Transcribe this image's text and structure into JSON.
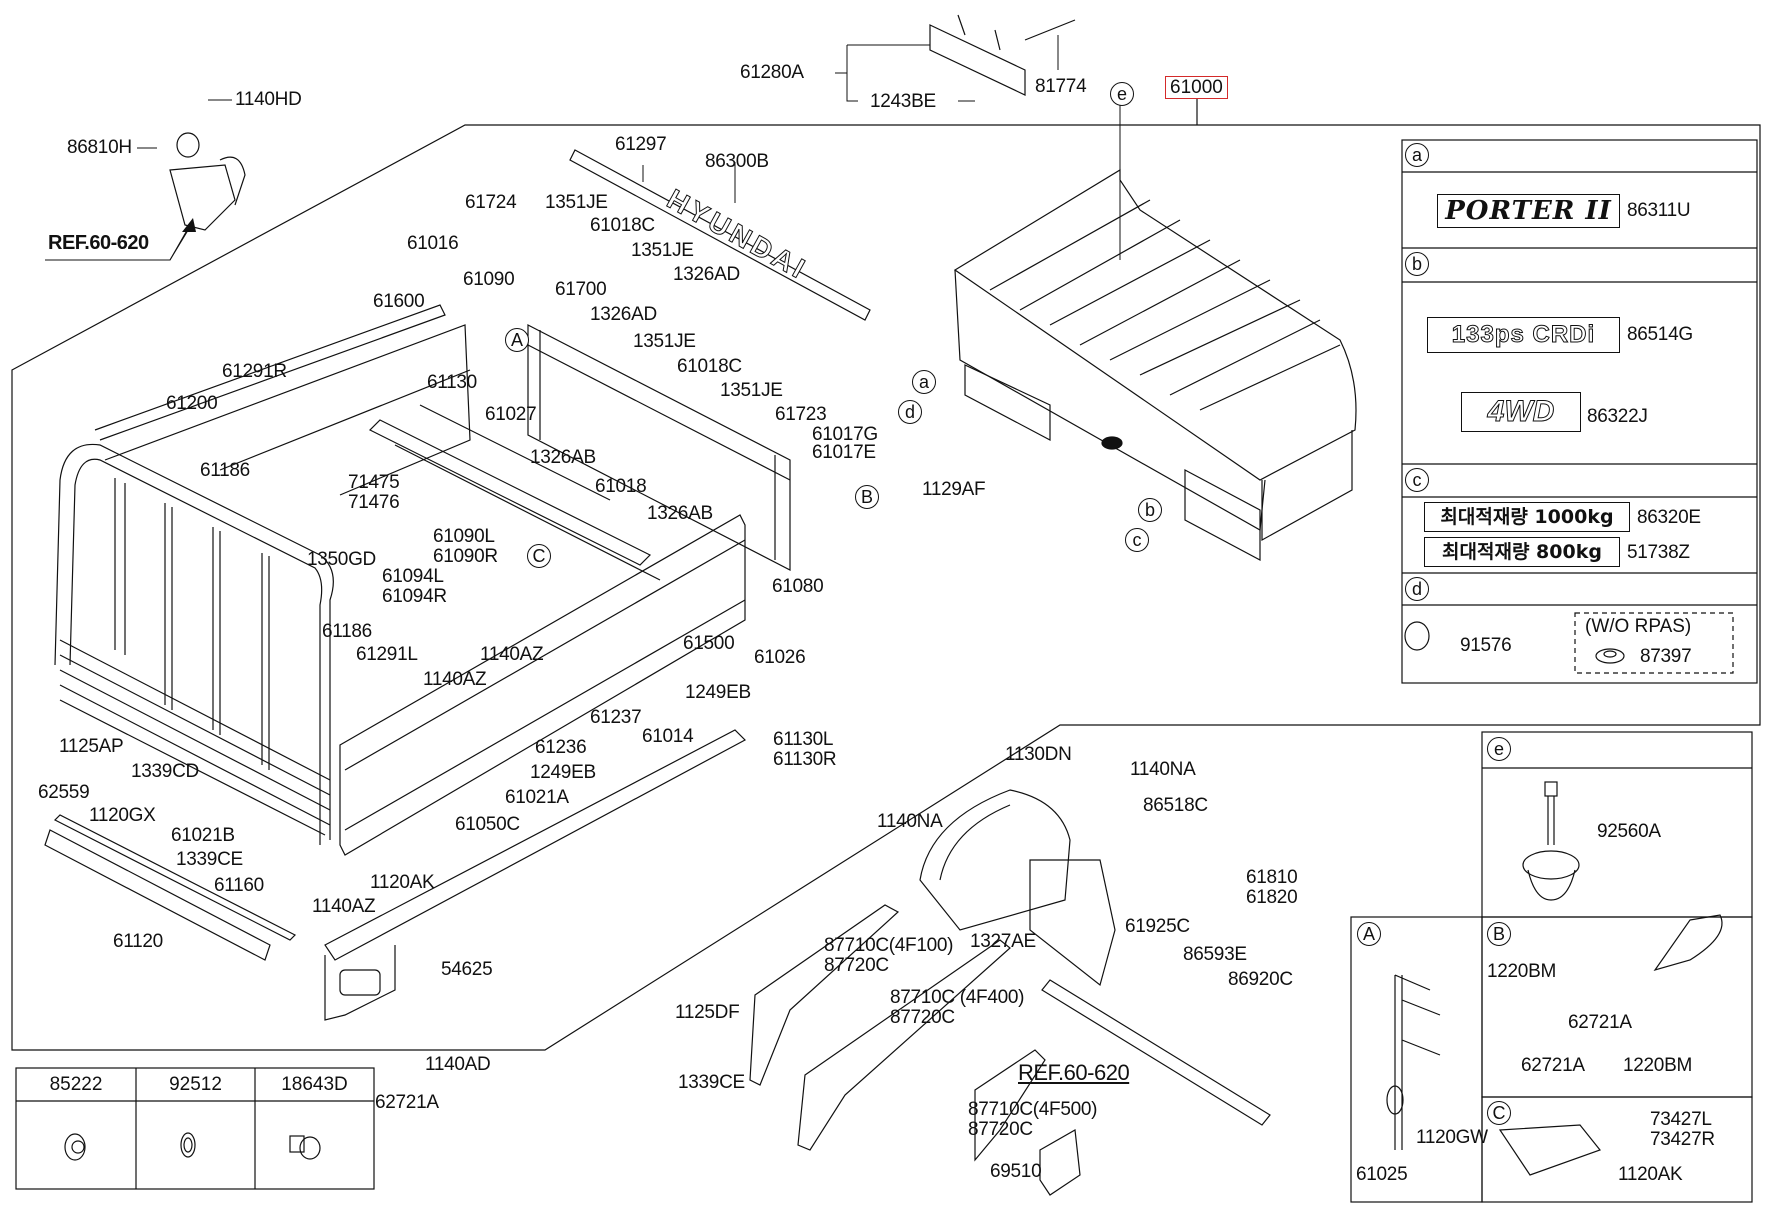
{
  "diagram": {
    "title_part": "61000",
    "ref_labels": {
      "top_left": "REF.60-620",
      "bottom": "REF.60-620"
    },
    "callout_circles": {
      "a": "a",
      "b": "b",
      "c": "c",
      "d": "d",
      "e": "e",
      "A": "A",
      "B": "B",
      "C": "C"
    },
    "main_labels": {
      "p1140HD": "1140HD",
      "p86810H": "86810H",
      "p61280A": "61280A",
      "p1243BE": "1243BE",
      "p81774": "81774",
      "p61297": "61297",
      "p86300B": "86300B",
      "p61724": "61724",
      "p1351JE_1": "1351JE",
      "p61018C_1": "61018C",
      "p1351JE_2": "1351JE",
      "p1326AD_1": "1326AD",
      "p61016": "61016",
      "p61090": "61090",
      "p61700": "61700",
      "p1326AD_2": "1326AD",
      "p61600": "61600",
      "p1351JE_3": "1351JE",
      "p61018C_2": "61018C",
      "p1351JE_4": "1351JE",
      "p61291R": "61291R",
      "p61130": "61130",
      "p61027": "61027",
      "p61200": "61200",
      "p61723": "61723",
      "p61017G": "61017G",
      "p61017E": "61017E",
      "p1326AB_1": "1326AB",
      "p61186_1": "61186",
      "p61018": "61018",
      "p71475": "71475",
      "p71476": "71476",
      "p1326AB_2": "1326AB",
      "p1129AF": "1129AF",
      "p1350GD": "1350GD",
      "p61090L": "61090L",
      "p61090R": "61090R",
      "p61094L": "61094L",
      "p61094R": "61094R",
      "p61080": "61080",
      "p61186_2": "61186",
      "p1140AZ_1": "1140AZ",
      "p61500": "61500",
      "p61291L": "61291L",
      "p61026": "61026",
      "p1140AZ_2": "1140AZ",
      "p1249EB_1": "1249EB",
      "p61237": "61237",
      "p1125AP": "1125AP",
      "p61236": "61236",
      "p61014": "61014",
      "p61130L": "61130L",
      "p61130R": "61130R",
      "p1339CD": "1339CD",
      "p1249EB_2": "1249EB",
      "p62559": "62559",
      "p61021A": "61021A",
      "p1120GX": "1120GX",
      "p61050C": "61050C",
      "p61021B": "61021B",
      "p1339CE_1": "1339CE",
      "p1120AK_1": "1120AK",
      "p61160": "61160",
      "p1140AZ_3": "1140AZ",
      "p61120": "61120",
      "p54625": "54625",
      "p1140AD": "1140AD",
      "p62721A_1": "62721A",
      "p1130DN": "1130DN",
      "p1140NA_1": "1140NA",
      "p86518C": "86518C",
      "p1140NA_2": "1140NA",
      "p61810": "61810",
      "p61820": "61820",
      "p61925C": "61925C",
      "p1327AE": "1327AE",
      "p87710C_4F100": "87710C(4F100)",
      "p87720C_1": "87720C",
      "p86593E": "86593E",
      "p86920C": "86920C",
      "p1125DF": "1125DF",
      "p87710C_4F400": "87710C (4F400)",
      "p87720C_2": "87720C",
      "p1339CE_2": "1339CE",
      "p87710C_4F500": "87710C(4F500)",
      "p87720C_3": "87720C",
      "p69510": "69510"
    },
    "legend_panel": {
      "section_a": {
        "badge": "PORTER II",
        "part": "86311U"
      },
      "section_b": {
        "badges": [
          {
            "text": "133ps CRDi",
            "part": "86514G"
          },
          {
            "text": "4WD",
            "part": "86322J"
          }
        ]
      },
      "section_c": {
        "badges": [
          {
            "text": "최대적재량 1000kg",
            "part": "86320E"
          },
          {
            "text": "최대적재량 800kg",
            "part": "51738Z"
          }
        ]
      },
      "section_d": {
        "part_1": "91576",
        "option_note": "(W/O RPAS)",
        "part_2": "87397"
      }
    },
    "detail_e": {
      "part": "92560A"
    },
    "detail_A": {
      "part_1": "61025",
      "part_2": "1120GW"
    },
    "detail_B": {
      "part_1": "1220BM",
      "part_2": "62721A",
      "part_3": "62721A",
      "part_4": "1220BM"
    },
    "detail_C": {
      "part_1": "73427L",
      "part_2": "73427R",
      "part_3": "1120AK"
    },
    "fastener_table": {
      "headers": [
        "85222",
        "92512",
        "18643D"
      ],
      "icons": [
        "push-clip-icon",
        "grommet-ring-icon",
        "bulb-socket-icon"
      ]
    }
  }
}
